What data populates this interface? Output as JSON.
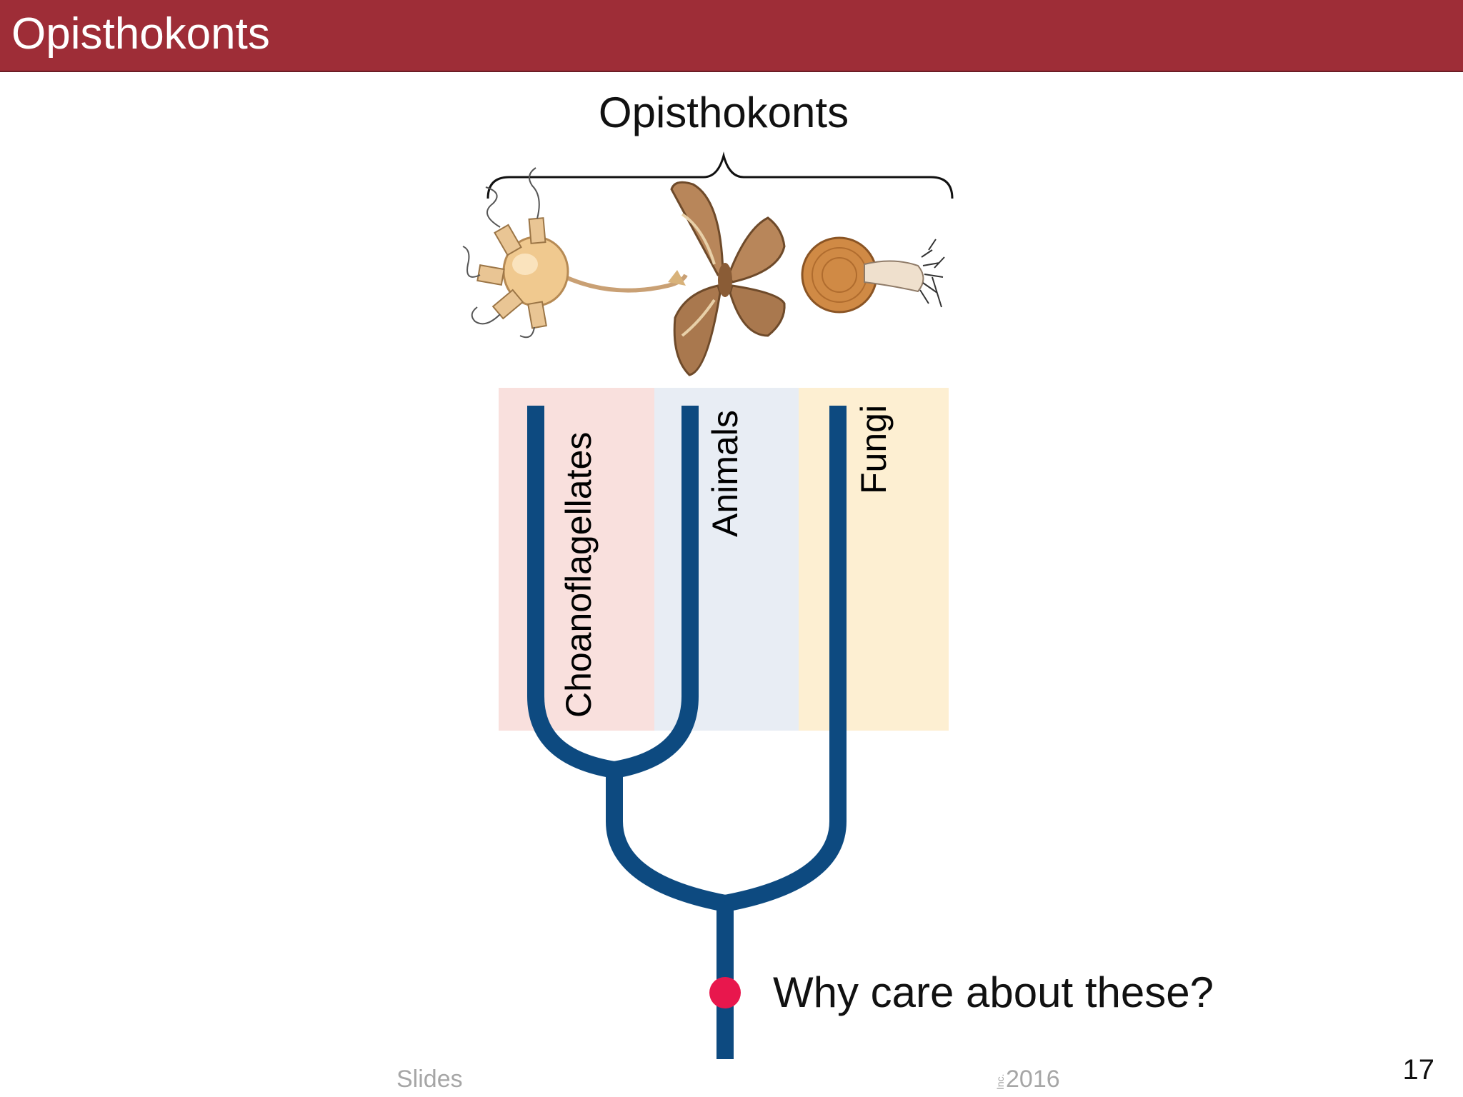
{
  "slide": {
    "title": "Opisthokonts",
    "page_number": "17",
    "footer_left": "Slides",
    "footer_right": "2016",
    "footer_small": "Inc."
  },
  "diagram": {
    "group_label": "Opisthokonts",
    "question": "Why care about these?",
    "clades": [
      {
        "label": "Choanoflagellates",
        "band_color": "#f9e0dd"
      },
      {
        "label": "Animals",
        "band_color": "#e8edf4"
      },
      {
        "label": "Fungi",
        "band_color": "#fdefd2"
      }
    ],
    "branch_color": "#0d4a80",
    "marker_color": "#e8174d"
  }
}
